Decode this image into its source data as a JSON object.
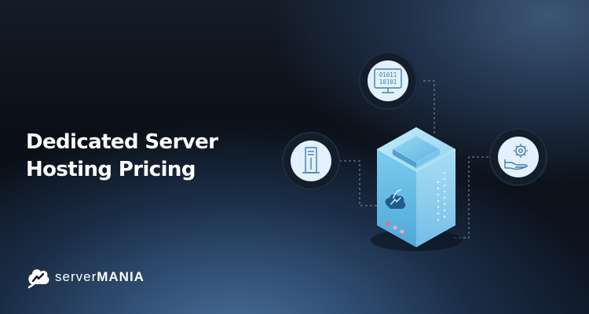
{
  "headline": {
    "line1": "Dedicated Server",
    "line2": "Hosting Pricing"
  },
  "brand": {
    "word1": "server",
    "word2": "MANIA"
  },
  "badges": [
    {
      "icon": "binary-monitor-icon",
      "text_top": "01011",
      "text_bottom": "10101"
    },
    {
      "icon": "server-tower-icon"
    },
    {
      "icon": "gear-hand-icon"
    }
  ],
  "colors": {
    "background": "#0b0f16",
    "accent": "#8fd3f0",
    "server_body": "#6dc3ea",
    "badge_fill": "#e2f1fb"
  }
}
